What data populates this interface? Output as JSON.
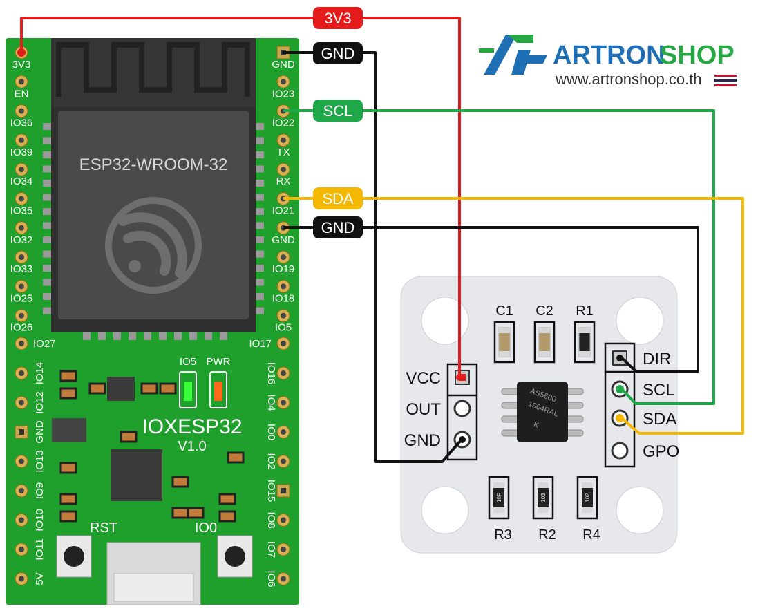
{
  "brand": {
    "name_prefix": "ARTRON",
    "name_suffix": "SHOP",
    "url": "www.artronshop.co.th",
    "colors": {
      "primary": "#1f6fb5",
      "accent": "#27a844"
    }
  },
  "board": {
    "module_label": "ESP32-WROOM-32",
    "board_name": "IOXESP32",
    "board_version": "V1.0",
    "led_labels": [
      "IO5",
      "PWR"
    ],
    "button_labels": [
      "RST",
      "IO0"
    ],
    "left_pins": [
      "3V3",
      "EN",
      "IO36",
      "IO39",
      "IO34",
      "IO35",
      "IO32",
      "IO33",
      "IO25",
      "IO26",
      "IO27"
    ],
    "right_pins": [
      "GND",
      "IO23",
      "IO22",
      "TX",
      "RX",
      "IO21",
      "GND",
      "IO19",
      "IO18",
      "IO5",
      "IO17"
    ],
    "bottom_left_pins": [
      "IO14",
      "IO12",
      "GND",
      "IO13",
      "IO9",
      "IO10",
      "IO11",
      "5V"
    ],
    "bottom_right_pins": [
      "IO16",
      "IO4",
      "IO0",
      "IO2",
      "IO15",
      "IO8",
      "IO7",
      "IO6"
    ],
    "colors": {
      "pcb": "#1fa02c",
      "module": "#3a3a3a",
      "silk": "#ffffff"
    }
  },
  "sensor": {
    "chip_text": [
      "AS5600",
      "1904RAL",
      "K"
    ],
    "cap_labels": [
      "C1",
      "C2",
      "R1"
    ],
    "res_labels": [
      "R3",
      "R2",
      "R4"
    ],
    "res_codes": [
      "10F",
      "103",
      "102"
    ],
    "left_pins": [
      "VCC",
      "OUT",
      "GND"
    ],
    "right_pins": [
      "DIR",
      "SCL",
      "SDA",
      "GPO"
    ],
    "colors": {
      "pcb": "#e8eaee"
    }
  },
  "wires": [
    {
      "label": "3V3",
      "color": "#e31b1b"
    },
    {
      "label": "GND",
      "color": "#111111"
    },
    {
      "label": "SCL",
      "color": "#1fa84a"
    },
    {
      "label": "SDA",
      "color": "#f5b800"
    },
    {
      "label": "GND",
      "color": "#111111"
    }
  ]
}
